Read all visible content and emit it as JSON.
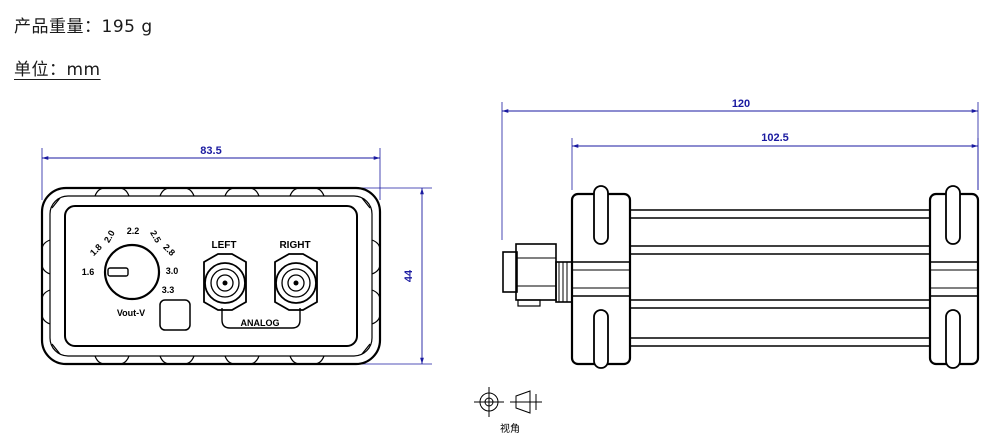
{
  "specs": {
    "weight": "产品重量：195 g",
    "unit": "单位：mm"
  },
  "dimensions": {
    "front_width": "83.5",
    "front_height": "44",
    "side_total": "120",
    "side_body": "102.5"
  },
  "front_panel": {
    "knob_label": "Vout-V",
    "knob_scale": [
      "1.6",
      "1.8",
      "2.0",
      "2.2",
      "2.5",
      "2.8",
      "3.0",
      "3.3"
    ],
    "left_label": "LEFT",
    "right_label": "RIGHT",
    "analog_label": "ANALOG"
  },
  "view_symbol": {
    "label": "视角"
  },
  "colors": {
    "dimension": "#1a1aa0",
    "outline": "#000000"
  }
}
